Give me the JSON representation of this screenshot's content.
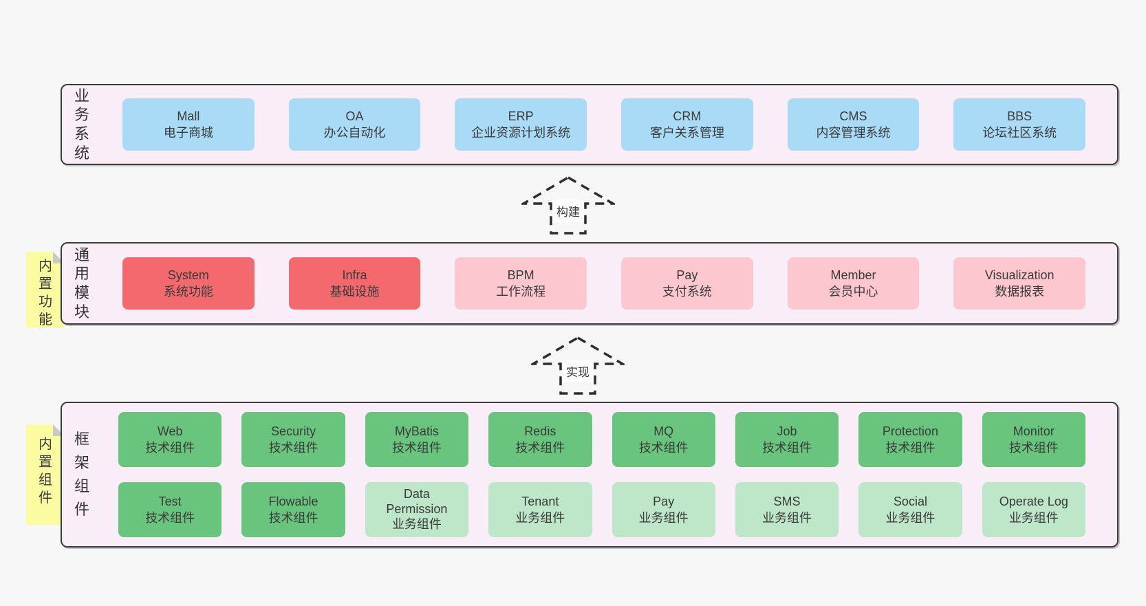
{
  "colors": {
    "page_bg": "#f7f7f7",
    "panel_bg": "#f9eef8",
    "panel_border": "#3b3b3b",
    "box_blue": "#a9daf6",
    "box_red": "#f4696d",
    "box_pink": "#fcc7cf",
    "box_green_dark": "#69c57d",
    "box_green_light": "#bee6c8",
    "note_yellow": "#fbfba1",
    "note_fold_gray": "#c9c9c9",
    "text": "#3a3a3a"
  },
  "panels": {
    "business": {
      "label": "业务系统",
      "items": [
        {
          "title": "Mall",
          "subtitle": "电子商城"
        },
        {
          "title": "OA",
          "subtitle": "办公自动化"
        },
        {
          "title": "ERP",
          "subtitle": "企业资源计划系统"
        },
        {
          "title": "CRM",
          "subtitle": "客户关系管理"
        },
        {
          "title": "CMS",
          "subtitle": "内容管理系统"
        },
        {
          "title": "BBS",
          "subtitle": "论坛社区系统"
        }
      ]
    },
    "modules": {
      "label": "通用模块",
      "note": "内置功能",
      "items": [
        {
          "title": "System",
          "subtitle": "系统功能"
        },
        {
          "title": "Infra",
          "subtitle": "基础设施"
        },
        {
          "title": "BPM",
          "subtitle": "工作流程"
        },
        {
          "title": "Pay",
          "subtitle": "支付系统"
        },
        {
          "title": "Member",
          "subtitle": "会员中心"
        },
        {
          "title": "Visualization",
          "subtitle": "数据报表"
        }
      ]
    },
    "framework": {
      "label": "框架组件",
      "note": "内置组件",
      "rows": [
        [
          {
            "title": "Web",
            "subtitle": "技术组件"
          },
          {
            "title": "Security",
            "subtitle": "技术组件"
          },
          {
            "title": "MyBatis",
            "subtitle": "技术组件"
          },
          {
            "title": "Redis",
            "subtitle": "技术组件"
          },
          {
            "title": "MQ",
            "subtitle": "技术组件"
          },
          {
            "title": "Job",
            "subtitle": "技术组件"
          },
          {
            "title": "Protection",
            "subtitle": "技术组件"
          },
          {
            "title": "Monitor",
            "subtitle": "技术组件"
          }
        ],
        [
          {
            "title": "Test",
            "subtitle": "技术组件"
          },
          {
            "title": "Flowable",
            "subtitle": "技术组件"
          },
          {
            "title": "Data Permission",
            "subtitle": "业务组件"
          },
          {
            "title": "Tenant",
            "subtitle": "业务组件"
          },
          {
            "title": "Pay",
            "subtitle": "业务组件"
          },
          {
            "title": "SMS",
            "subtitle": "业务组件"
          },
          {
            "title": "Social",
            "subtitle": "业务组件"
          },
          {
            "title": "Operate Log",
            "subtitle": "业务组件"
          }
        ]
      ]
    }
  },
  "arrows": [
    {
      "label": "构建"
    },
    {
      "label": "实现"
    }
  ]
}
